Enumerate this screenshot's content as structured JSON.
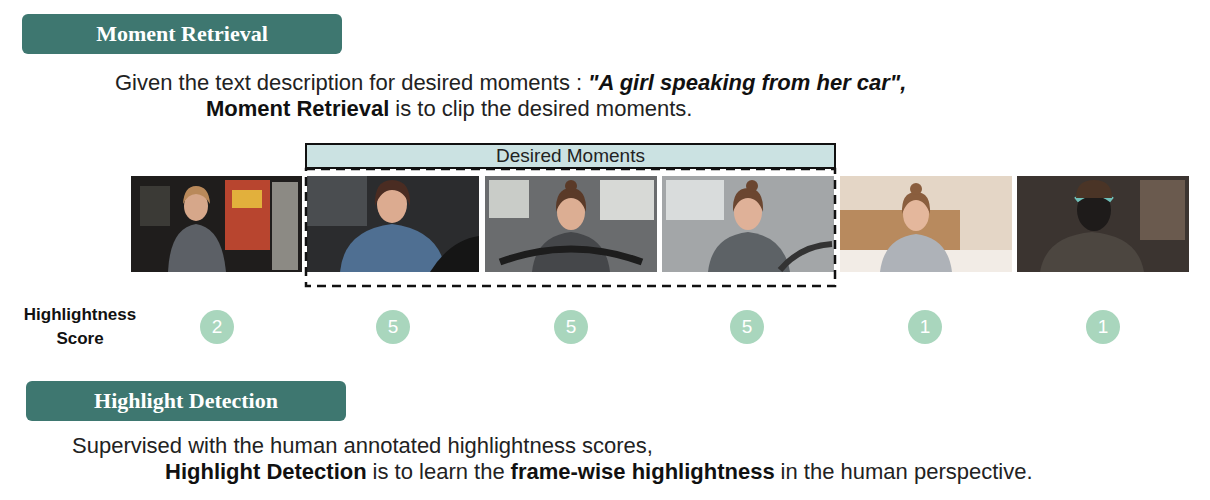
{
  "diagram": {
    "nodes": [
      {
        "text": [
          "Moment Retrieval"
        ]
      },
      {
        "text": [
          "Desired Moments"
        ]
      },
      {
        "text": [
          "2"
        ]
      },
      {
        "text": [
          "5"
        ]
      },
      {
        "text": [
          "5"
        ]
      },
      {
        "text": [
          "5"
        ]
      },
      {
        "text": [
          "1"
        ]
      },
      {
        "text": [
          "1"
        ]
      },
      {
        "text": [
          "Highlight Detection"
        ]
      }
    ],
    "labels": [
      "Given the text description for desired moments :",
      "\"A girl speaking from her car\",",
      "Moment Retrieval",
      "is to clip the desired moments.",
      "Highlightness Score",
      "Supervised with the human annotated highlightness scores,",
      "Highlight Detection",
      "is to learn the",
      "frame-wise highlightness",
      "in the human perspective."
    ]
  }
}
